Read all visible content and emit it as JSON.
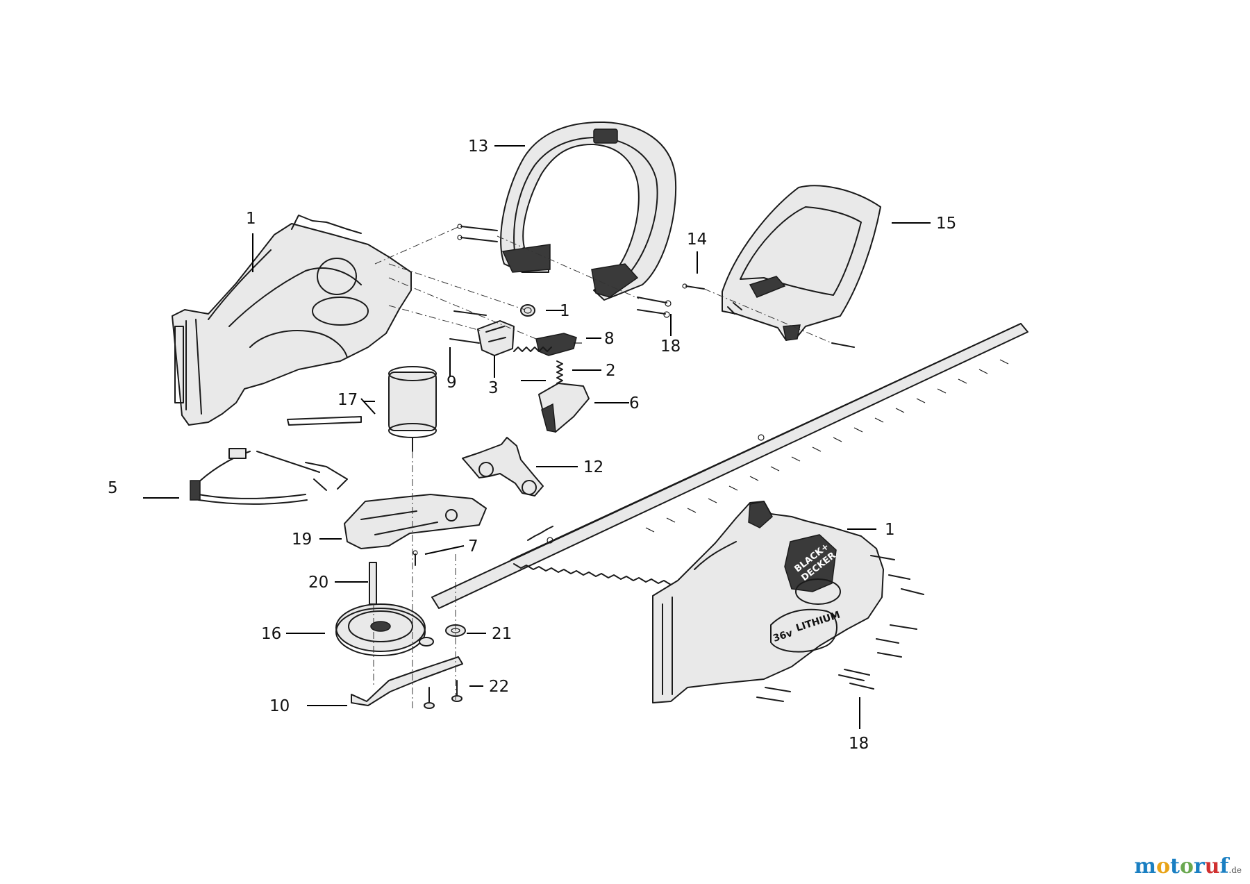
{
  "callouts": {
    "c1a": "1",
    "c13": "13",
    "c1b": "1",
    "c8": "8",
    "c18a": "18",
    "c14": "14",
    "c15": "15",
    "c9": "9",
    "c3": "3",
    "c2": "2",
    "c6": "6",
    "c17": "17",
    "c12": "12",
    "c5": "5",
    "c19": "19",
    "c7": "7",
    "c20": "20",
    "c16": "16",
    "c21": "21",
    "c22": "22",
    "c10": "10",
    "c1c": "1",
    "c18b": "18"
  },
  "product_marks": {
    "brand_line1": "BLACK+",
    "brand_line2": "DECKER",
    "voltage": "36v",
    "battery_type": "LITHIUM"
  },
  "watermark": {
    "letters": [
      "m",
      "o",
      "t",
      "o",
      "r",
      "u",
      "f"
    ],
    "suffix": ".de"
  },
  "colors": {
    "line": "#1a1a1a",
    "watermark_m": "#1a7fc2",
    "watermark_o1": "#e8a317",
    "watermark_t": "#1a7fc2",
    "watermark_o2": "#6aa84f",
    "watermark_r": "#1a7fc2",
    "watermark_u": "#d03030",
    "watermark_f": "#1a7fc2"
  }
}
